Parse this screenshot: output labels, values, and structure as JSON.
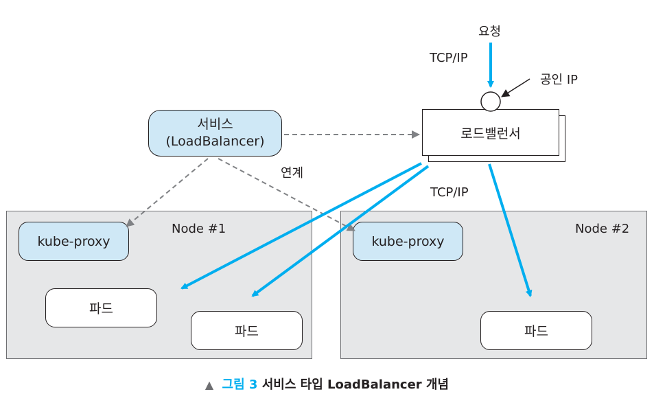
{
  "request": {
    "label": "요청",
    "protocol": "TCP/IP"
  },
  "public_ip": {
    "label": "공인 IP"
  },
  "service": {
    "line1": "서비스",
    "line2": "(LoadBalancer)"
  },
  "load_balancer": {
    "label": "로드밸런서",
    "protocol": "TCP/IP"
  },
  "link_label": "연계",
  "nodes": [
    {
      "title": "Node #1",
      "proxy": "kube-proxy",
      "pods": [
        "파드",
        "파드"
      ]
    },
    {
      "title": "Node #2",
      "proxy": "kube-proxy",
      "pods": [
        "파드"
      ]
    }
  ],
  "caption": {
    "marker": "▲",
    "figure": "그림 3",
    "text": "서비스 타입 LoadBalancer 개념"
  },
  "colors": {
    "arrow_blue": "#00aeef",
    "dashed_gray": "#808285",
    "box_blue": "#cfe8f6",
    "node_gray": "#e6e7e8"
  }
}
